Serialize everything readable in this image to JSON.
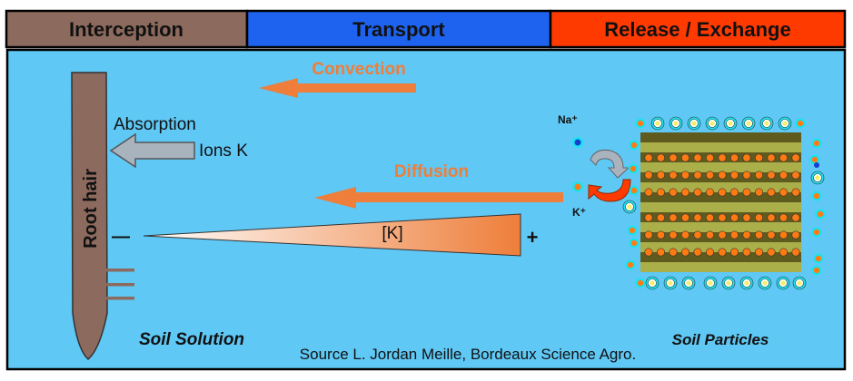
{
  "header": {
    "interception": "Interception",
    "transport": "Transport",
    "release_exchange": "Release / Exchange"
  },
  "labels": {
    "convection": "Convection",
    "diffusion": "Diffusion",
    "absorption": "Absorption",
    "ions_k": "Ions K",
    "root_hair": "Root hair",
    "minus": "—",
    "plus": "+",
    "concentration": "[K]",
    "na_ion": "Na⁺",
    "k_ion": "K⁺",
    "soil_solution": "Soil Solution",
    "soil_particles": "Soil Particles",
    "source": "Source L. Jordan Meille, Bordeaux Science Agro."
  },
  "colors": {
    "interception": "#8C6A5E",
    "transport": "#1E63F0",
    "release": "#FF3A00",
    "solution_bg": "#5FC8F5",
    "root": "#8C6A5E",
    "arrow_orange": "#EE7E3A",
    "absorption_arrow": "#A9B3BE",
    "clay_dark": "#5F5A1E",
    "clay_light": "#AAAF4A",
    "cation": "#FF7A12",
    "cyan_ring": "#19E3F2",
    "yellow_center": "#F5EE6A",
    "sodium": "#1440D0"
  },
  "icons": {
    "exchange": "curved-exchange-arrows-icon",
    "absorption": "left-arrow-icon"
  }
}
